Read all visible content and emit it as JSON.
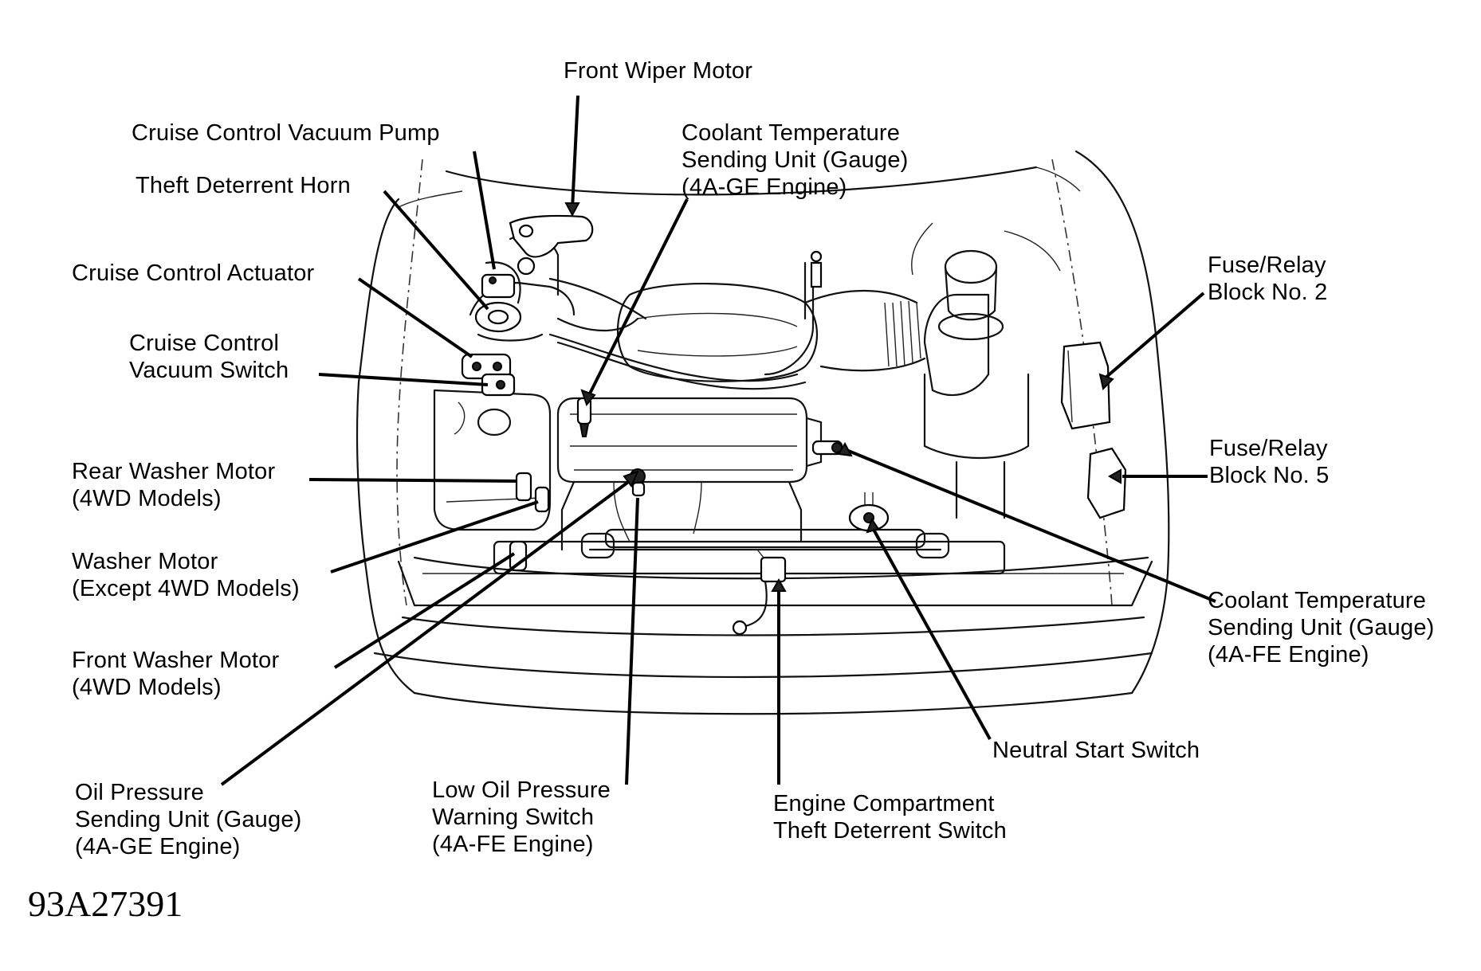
{
  "figure_id": "93A27391",
  "labels": {
    "front_wiper_motor": [
      "Front Wiper Motor"
    ],
    "cruise_vacuum_pump": [
      "Cruise Control Vacuum Pump"
    ],
    "theft_horn": [
      "Theft Deterrent Horn"
    ],
    "cruise_actuator": [
      "Cruise Control Actuator"
    ],
    "cruise_vacuum_switch": [
      "Cruise Control",
      "Vacuum Switch"
    ],
    "rear_washer_motor": [
      "Rear Washer Motor",
      "(4WD Models)"
    ],
    "washer_motor": [
      "Washer Motor",
      "(Except 4WD Models)"
    ],
    "front_washer_motor": [
      "Front Washer Motor",
      "(4WD Models)"
    ],
    "oil_pressure_sending_unit": [
      "Oil Pressure",
      "Sending Unit (Gauge)",
      "(4A-GE Engine)"
    ],
    "low_oil_pressure_switch": [
      "Low Oil Pressure",
      "Warning Switch",
      "(4A-FE Engine)"
    ],
    "coolant_temp_4age": [
      "Coolant Temperature",
      "Sending Unit (Gauge)",
      "(4A-GE Engine)"
    ],
    "fuse_relay_block_2": [
      "Fuse/Relay",
      "Block No. 2"
    ],
    "fuse_relay_block_5": [
      "Fuse/Relay",
      "Block No. 5"
    ],
    "coolant_temp_4afe": [
      "Coolant Temperature",
      "Sending Unit (Gauge)",
      "(4A-FE Engine)"
    ],
    "neutral_start_switch": [
      "Neutral Start Switch"
    ],
    "engine_compartment_theft_switch": [
      "Engine Compartment",
      "Theft Deterrent Switch"
    ]
  }
}
